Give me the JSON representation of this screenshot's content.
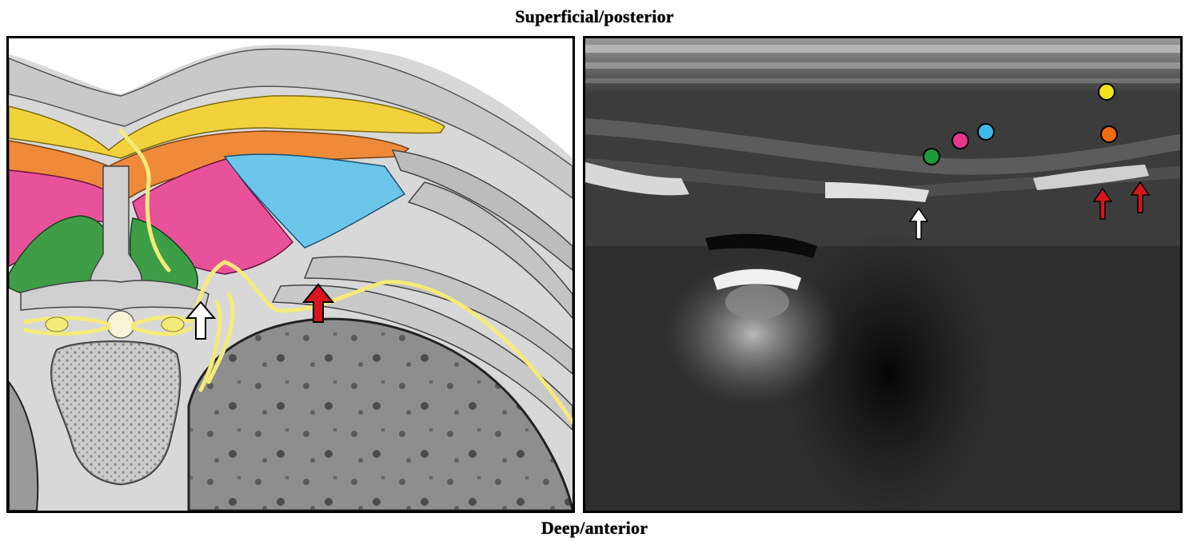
{
  "labels": {
    "top": "Superficial/posterior",
    "bottom": "Deep/anterior"
  },
  "illustration": {
    "colors": {
      "yellow": "#f2d23c",
      "orange": "#ee8a3a",
      "pink": "#e8529a",
      "blue": "#6cc6ea",
      "green": "#3e9e48",
      "nerve": "#f4ea7a",
      "red_arrow": "#d8141c",
      "white_arrow": "#ffffff"
    },
    "markers": [
      "white-arrow",
      "red-arrow"
    ]
  },
  "ultrasound": {
    "dots": [
      {
        "name": "green-dot",
        "color": "#1f9a3a"
      },
      {
        "name": "pink-dot",
        "color": "#e8368f"
      },
      {
        "name": "blue-dot",
        "color": "#3fb8ea"
      },
      {
        "name": "yellow-dot",
        "color": "#f2e21a"
      },
      {
        "name": "orange-dot",
        "color": "#ef6a10"
      }
    ],
    "arrows": [
      "white-arrow",
      "red-arrow",
      "red-arrow"
    ]
  }
}
